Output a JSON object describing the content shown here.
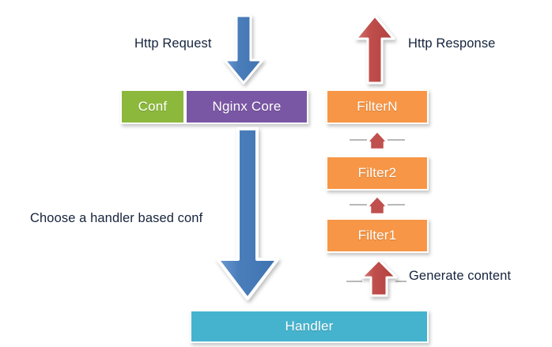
{
  "diagram": {
    "title": "Nginx request processing flow",
    "background": "#ffffff",
    "colors": {
      "conf": "#8cb93c",
      "nginx_core": "#7a57a5",
      "filter": "#f79646",
      "handler": "#45b3ce",
      "blue_arrow": "#4a7ebb",
      "red_arrow": "#c0504d",
      "text_dark": "#16243c",
      "connector_grey": "#b8b8b8"
    },
    "boxes": {
      "conf": "Conf",
      "nginx_core": "Nginx Core",
      "filter_n": "FilterN",
      "filter_2": "Filter2",
      "filter_1": "Filter1",
      "handler": "Handler"
    },
    "labels": {
      "http_request": "Http Request",
      "http_response": "Http Response",
      "choose_handler": "Choose a handler based conf",
      "generate_content": "Generate content"
    },
    "arrows": {
      "request_down": "down-arrow-blue",
      "response_up": "up-arrow-red",
      "core_to_handler": "down-arrow-blue-long",
      "handler_to_filter1": "up-arrow-red",
      "filter1_to_filter2": "up-arrow-red-small",
      "filter2_to_filtern": "up-arrow-red-small"
    }
  }
}
